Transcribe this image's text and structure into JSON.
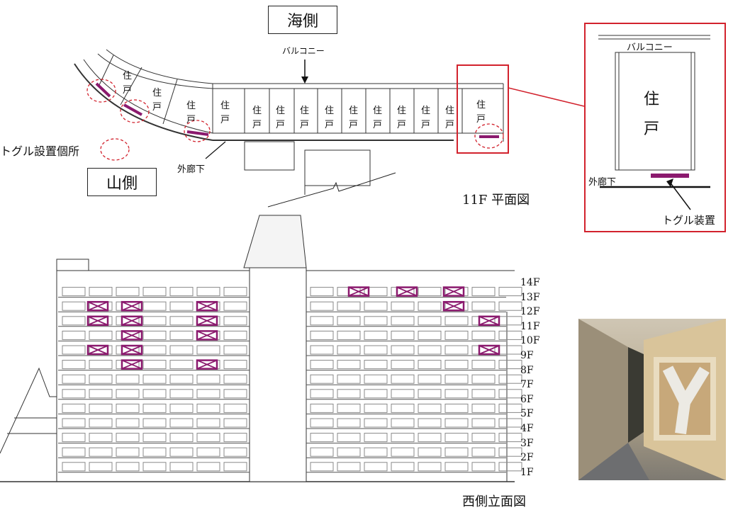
{
  "plan": {
    "sea_side": "海側",
    "mountain_side": "山側",
    "balcony": "バルコニー",
    "corridor": "外廊下",
    "toggle_location": "トグル設置個所",
    "title": "11F 平面図",
    "unit_chars": [
      "住",
      "戸"
    ]
  },
  "inset": {
    "balcony": "バルコニー",
    "unit_top": "住",
    "unit_bottom": "戸",
    "corridor": "外廊下",
    "toggle_device": "トグル装置"
  },
  "elevation": {
    "title": "西側立面図",
    "floors": [
      "14F",
      "13F",
      "12F",
      "11F",
      "10F",
      "9F",
      "8F",
      "7F",
      "6F",
      "5F",
      "4F",
      "3F",
      "2F",
      "1F"
    ]
  },
  "colors": {
    "accent_red": "#d2222d",
    "damper_purple": "#8b1a6e"
  },
  "chart_data": {
    "type": "table",
    "floors": [
      "14F",
      "13F",
      "12F",
      "11F",
      "10F",
      "9F",
      "8F",
      "7F",
      "6F",
      "5F",
      "4F",
      "3F",
      "2F",
      "1F"
    ],
    "damper_locations": [
      {
        "floor": "13F",
        "side": "right",
        "bays": [
          1,
          3,
          5
        ]
      },
      {
        "floor": "12F",
        "side": "left",
        "bays": [
          1,
          2,
          4
        ]
      },
      {
        "floor": "12F",
        "side": "right",
        "bays": [
          5
        ]
      },
      {
        "floor": "11F",
        "side": "left",
        "bays": [
          1,
          2,
          4
        ]
      },
      {
        "floor": "11F",
        "side": "right",
        "bays": [
          6
        ]
      },
      {
        "floor": "10F",
        "side": "left",
        "bays": [
          2,
          4
        ]
      },
      {
        "floor": "9F",
        "side": "left",
        "bays": [
          1,
          2
        ]
      },
      {
        "floor": "9F",
        "side": "right",
        "bays": [
          6
        ]
      },
      {
        "floor": "8F",
        "side": "left",
        "bays": [
          2,
          4
        ]
      }
    ]
  }
}
